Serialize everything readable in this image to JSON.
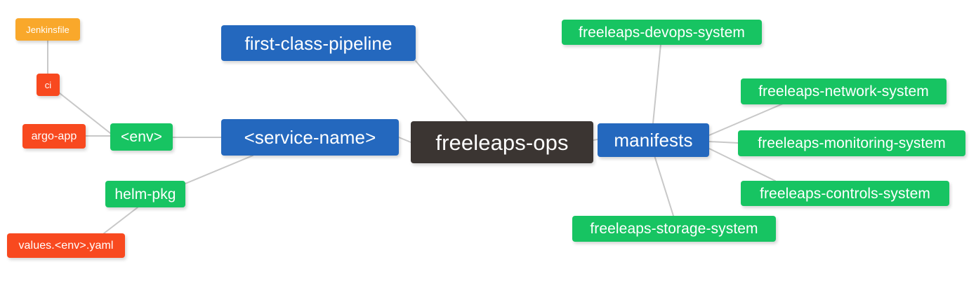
{
  "diagram": {
    "type": "mindmap",
    "title": "freeleaps-ops",
    "background": "#ffffff",
    "edge_color": "#c8c8c8",
    "palette": {
      "root": "#3B3532",
      "blue": "#2468BE",
      "green": "#17C462",
      "orange": "#F9A82B",
      "red": "#F8491F",
      "text": "#ffffff"
    }
  },
  "nodes": {
    "root": {
      "label": "freeleaps-ops",
      "color": "#3B3532"
    },
    "service_name": {
      "label": "<service-name>",
      "color": "#2468BE"
    },
    "first_class_pipeline": {
      "label": "first-class-pipeline",
      "color": "#2468BE"
    },
    "manifests": {
      "label": "manifests",
      "color": "#2468BE"
    },
    "env": {
      "label": "<env>",
      "color": "#17C462"
    },
    "helm_pkg": {
      "label": "helm-pkg",
      "color": "#17C462"
    },
    "jenkinsfile": {
      "label": "Jenkinsfile",
      "color": "#F9A82B"
    },
    "ci": {
      "label": "ci",
      "color": "#F8491F"
    },
    "argo_app": {
      "label": "argo-app",
      "color": "#F8491F"
    },
    "values_yaml": {
      "label": "values.<env>.yaml",
      "color": "#F8491F"
    },
    "devops_system": {
      "label": "freeleaps-devops-system",
      "color": "#17C462"
    },
    "network_system": {
      "label": "freeleaps-network-system",
      "color": "#17C462"
    },
    "monitoring_system": {
      "label": "freeleaps-monitoring-system",
      "color": "#17C462"
    },
    "controls_system": {
      "label": "freeleaps-controls-system",
      "color": "#17C462"
    },
    "storage_system": {
      "label": "freeleaps-storage-system",
      "color": "#17C462"
    }
  },
  "edges": [
    {
      "from": "root",
      "to": "service_name"
    },
    {
      "from": "root",
      "to": "first_class_pipeline"
    },
    {
      "from": "root",
      "to": "manifests"
    },
    {
      "from": "service_name",
      "to": "env"
    },
    {
      "from": "service_name",
      "to": "helm_pkg"
    },
    {
      "from": "env",
      "to": "ci"
    },
    {
      "from": "env",
      "to": "argo_app"
    },
    {
      "from": "ci",
      "to": "jenkinsfile"
    },
    {
      "from": "helm_pkg",
      "to": "values_yaml"
    },
    {
      "from": "manifests",
      "to": "devops_system"
    },
    {
      "from": "manifests",
      "to": "network_system"
    },
    {
      "from": "manifests",
      "to": "monitoring_system"
    },
    {
      "from": "manifests",
      "to": "controls_system"
    },
    {
      "from": "manifests",
      "to": "storage_system"
    }
  ]
}
